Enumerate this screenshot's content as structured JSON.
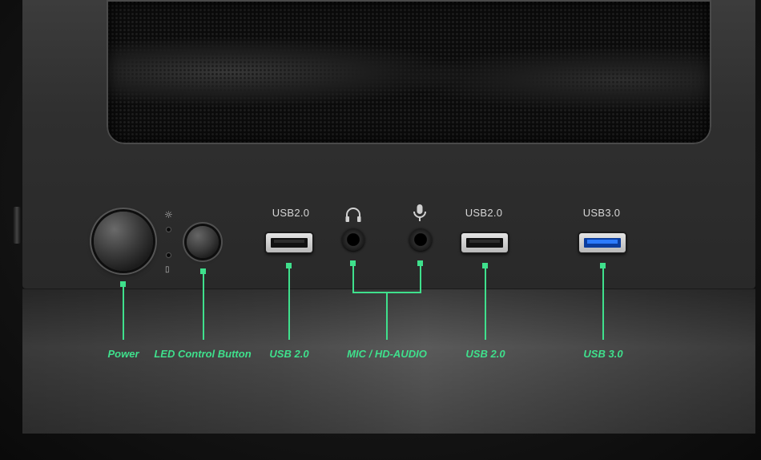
{
  "ports": {
    "usb_left_label": "USB2.0",
    "usb_right_label": "USB2.0",
    "usb3_label": "USB3.0"
  },
  "icons": {
    "led": "☼",
    "hdd": "▯",
    "headphone": "headphone-icon",
    "microphone": "microphone-icon"
  },
  "callouts": {
    "power": "Power",
    "led_control": "LED Control Button",
    "usb2_left": "USB 2.0",
    "audio": "MIC / HD-AUDIO",
    "usb2_right": "USB 2.0",
    "usb3": "USB 3.0"
  },
  "colors": {
    "callout_accent": "#3fe08c",
    "usb3_blue": "#2c7bff"
  }
}
